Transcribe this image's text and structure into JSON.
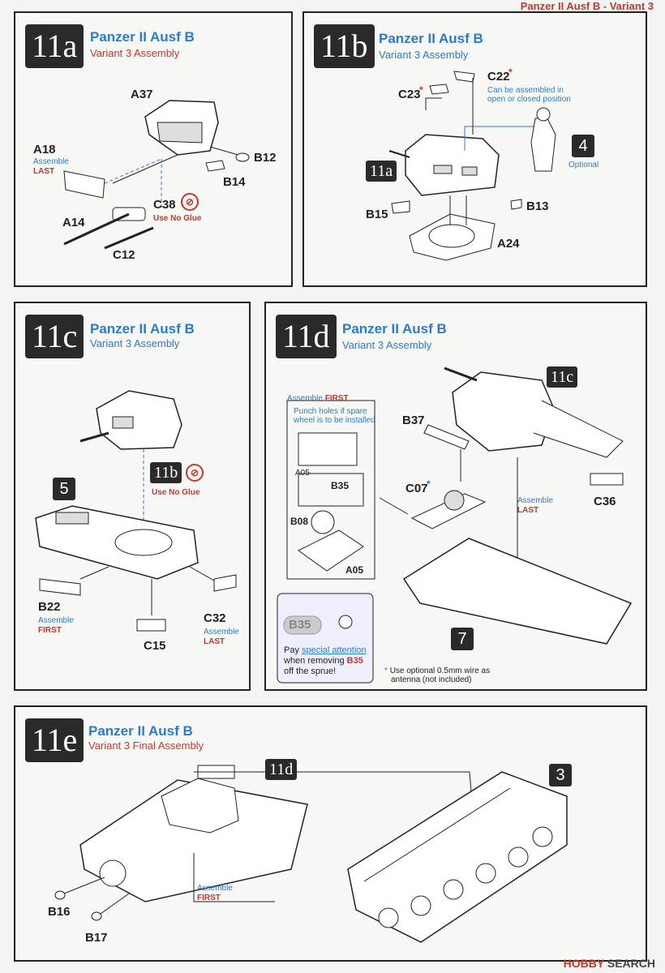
{
  "header": "Panzer II Ausf B - Variant 3",
  "panels": {
    "a": {
      "badge": "11a",
      "title": "Panzer II Ausf B",
      "subtitle": "Variant 3 Assembly",
      "A37": "A37",
      "A18": "A18",
      "assemble": "Assemble",
      "last": "LAST",
      "B12": "B12",
      "B14": "B14",
      "C38": "C38",
      "noglue": "Use No Glue",
      "A14": "A14",
      "C12": "C12"
    },
    "b": {
      "badge": "11b",
      "title": "Panzer II Ausf B",
      "subtitle": "Variant 3 Assembly",
      "C23": "C23",
      "C22": "C22",
      "star": "*",
      "note1": "Can be assembled in",
      "note2": "open or closed position",
      "ref": "11a",
      "num": "4",
      "optional": "Optional",
      "B15": "B15",
      "B13": "B13",
      "A24": "A24"
    },
    "c": {
      "badge": "11c",
      "title": "Panzer II Ausf B",
      "subtitle": "Variant 3 Assembly",
      "num": "5",
      "ref": "11b",
      "noglue": "Use No Glue",
      "B22": "B22",
      "assemble": "Assemble",
      "first": "FIRST",
      "C15": "C15",
      "C32": "C32",
      "last": "LAST"
    },
    "d": {
      "badge": "11d",
      "title": "Panzer II Ausf B",
      "subtitle": "Variant 3 Assembly",
      "ref": "11c",
      "assemble_first_a": "Assemble",
      "assemble_first_b": "FIRST",
      "punch1": "Punch holes if spare",
      "punch2": "wheel is to be installed",
      "A05": "A05",
      "B35": "B35",
      "B08": "B08",
      "A05b": "A05",
      "B37": "B37",
      "C07": "C07",
      "C36": "C36",
      "assemble": "Assemble",
      "last": "LAST",
      "num": "7",
      "b35box": "B35",
      "pay": "Pay",
      "special": "special attention",
      "when": "when removing",
      "b35": "B35",
      "offsprue": "off the sprue!",
      "wire1": "Use optional 0.5mm wire as",
      "wire2": "antenna (not included)",
      "star": "*"
    },
    "e": {
      "badge": "11e",
      "title": "Panzer II Ausf B",
      "subtitle": "Variant 3 Final Assembly",
      "ref": "11d",
      "num": "3",
      "assemble": "Assemble",
      "first": "FIRST",
      "B16": "B16",
      "B17": "B17"
    }
  },
  "footer": {
    "brand": "HOBBY",
    "brand2": "SEARCH"
  }
}
